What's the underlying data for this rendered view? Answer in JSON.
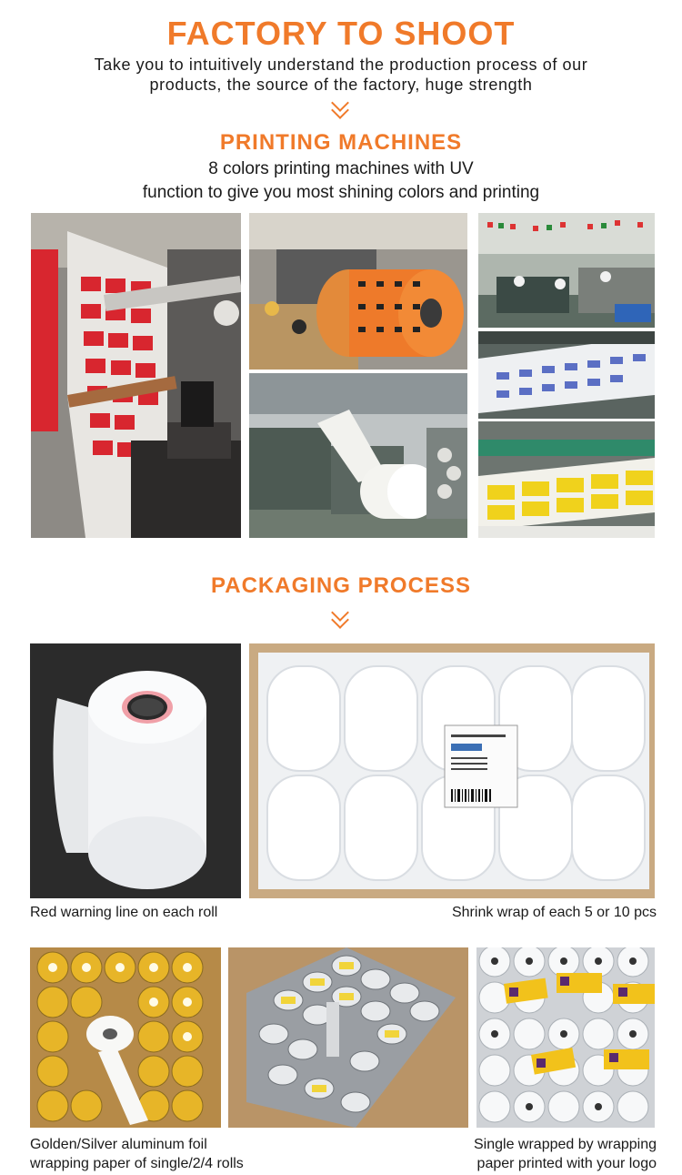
{
  "header": {
    "title": "FACTORY TO SHOOT",
    "subtitle_line1": "Take you to intuitively understand the production process of our",
    "subtitle_line2": "products, the source of the factory, huge strength"
  },
  "printing": {
    "title": "PRINTING MACHINES",
    "desc_line1": "8 colors printing machines with UV",
    "desc_line2": "function to give you most shining colors and printing"
  },
  "packaging": {
    "title": "PACKAGING PROCESS",
    "captions": {
      "red_line": "Red warning line on each roll",
      "shrink_wrap": "Shrink wrap of each 5 or 10 pcs",
      "foil_line1": "Golden/Silver aluminum foil",
      "foil_line2": "wrapping paper of single/2/4 rolls",
      "single_line1": "Single wrapped by wrapping",
      "single_line2": "paper printed with your logo"
    }
  },
  "colors": {
    "accent": "#f07a2a",
    "text": "#1a1a1a"
  }
}
